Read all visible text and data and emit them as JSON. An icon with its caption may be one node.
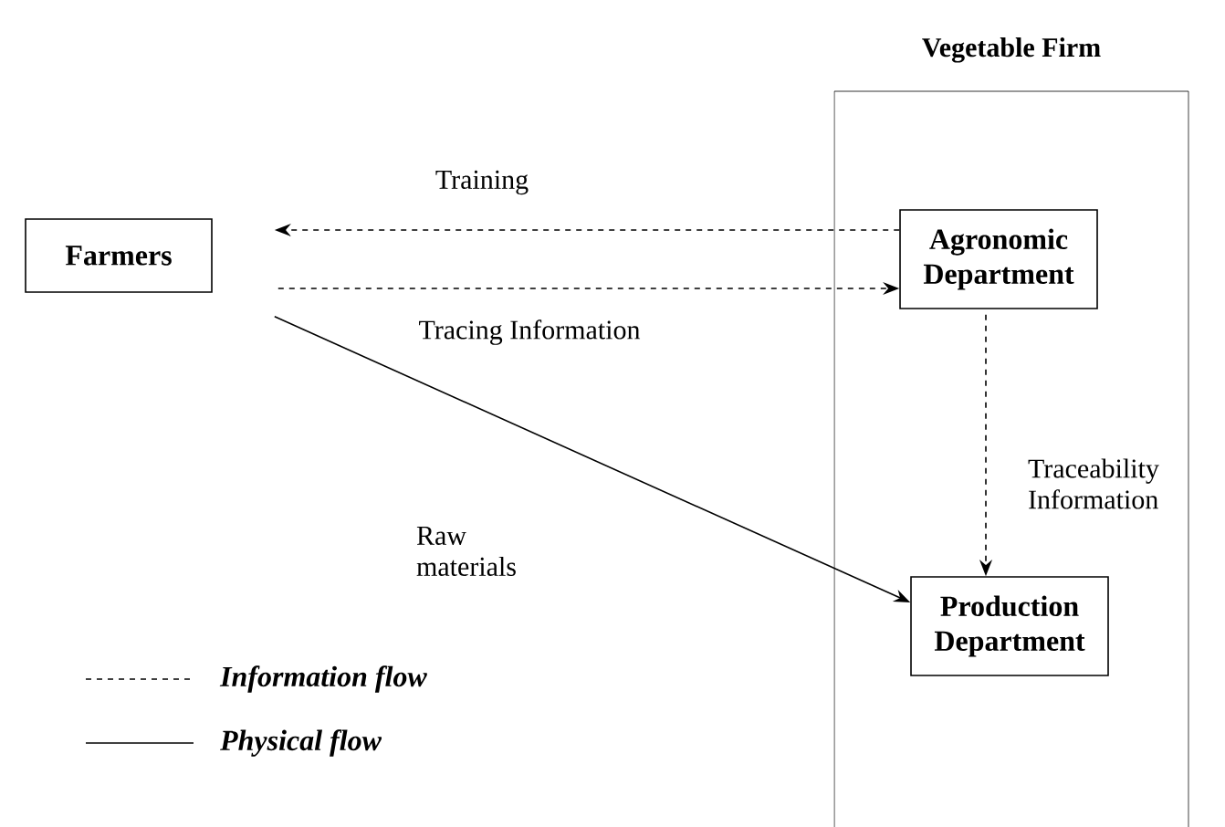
{
  "diagram": {
    "nodes": [
      {
        "text": [
          "Vegetable Firm"
        ]
      },
      {
        "text": [
          "Farmers"
        ]
      },
      {
        "text": [
          "Agronomic Department"
        ],
        "in": 0
      },
      {
        "text": [
          "Production Department"
        ],
        "in": 0
      }
    ],
    "edges": [
      {
        "from": 2,
        "to": 1,
        "arrow": "to",
        "style": "dashed",
        "label": "Training"
      },
      {
        "from": 1,
        "to": 2,
        "arrow": "to",
        "style": "dashed",
        "label": "Tracing Information"
      },
      {
        "from": 2,
        "to": 3,
        "arrow": "to",
        "style": "dashed",
        "label": "Traceability Information"
      },
      {
        "from": 1,
        "to": 3,
        "arrow": "to",
        "label": "Raw materials"
      }
    ],
    "legend": [
      {
        "text": "Information flow"
      },
      {
        "text": "Physical flow"
      }
    ]
  }
}
